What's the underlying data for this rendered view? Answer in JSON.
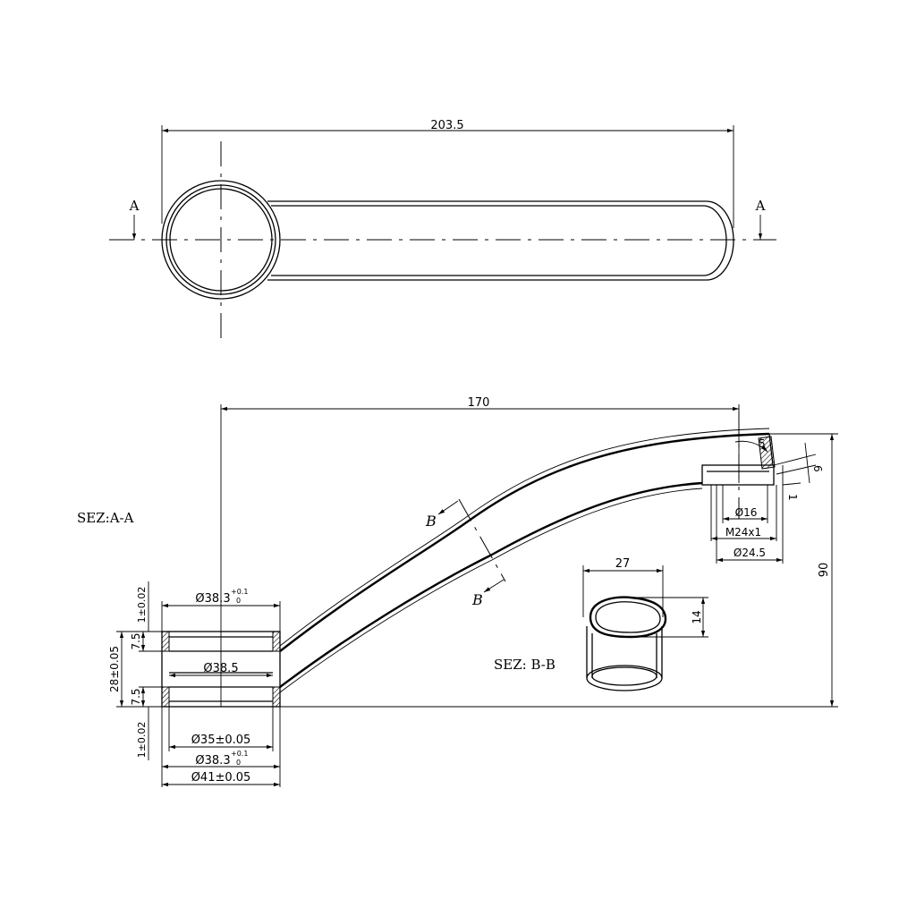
{
  "palette": {
    "line": "#000000",
    "background": "#ffffff"
  },
  "top_view": {
    "overall_length": "203.5",
    "section_mark_left": "A",
    "section_mark_right": "A"
  },
  "section_aa": {
    "title": "SEZ:A-A",
    "length_170": "170",
    "height_90": "90",
    "base": {
      "dia_top": "Ø38.3",
      "dia_top_tol_upper": "+0.1",
      "dia_top_tol_lower": "0",
      "dia_mid": "Ø38.5",
      "dia_35": "Ø35±0.05",
      "dia_bottom": "Ø38.3",
      "dia_bottom_tol_upper": "+0.1",
      "dia_bottom_tol_lower": "0",
      "dia_41": "Ø41±0.05",
      "thk_top": "1±0.02",
      "thk_bottom": "1±0.02",
      "step_top": "7.5",
      "step_bottom": "7.5",
      "height": "28±0.05"
    },
    "spout": {
      "dia_16": "Ø16",
      "thread": "M24x1",
      "dia_245": "Ø24.5",
      "angle": "5",
      "dim_6": "6",
      "dim_1": "1"
    },
    "cut_b_upper": "B",
    "cut_b_lower": "B"
  },
  "section_bb": {
    "title": "SEZ: B-B",
    "width": "27",
    "height": "14"
  }
}
